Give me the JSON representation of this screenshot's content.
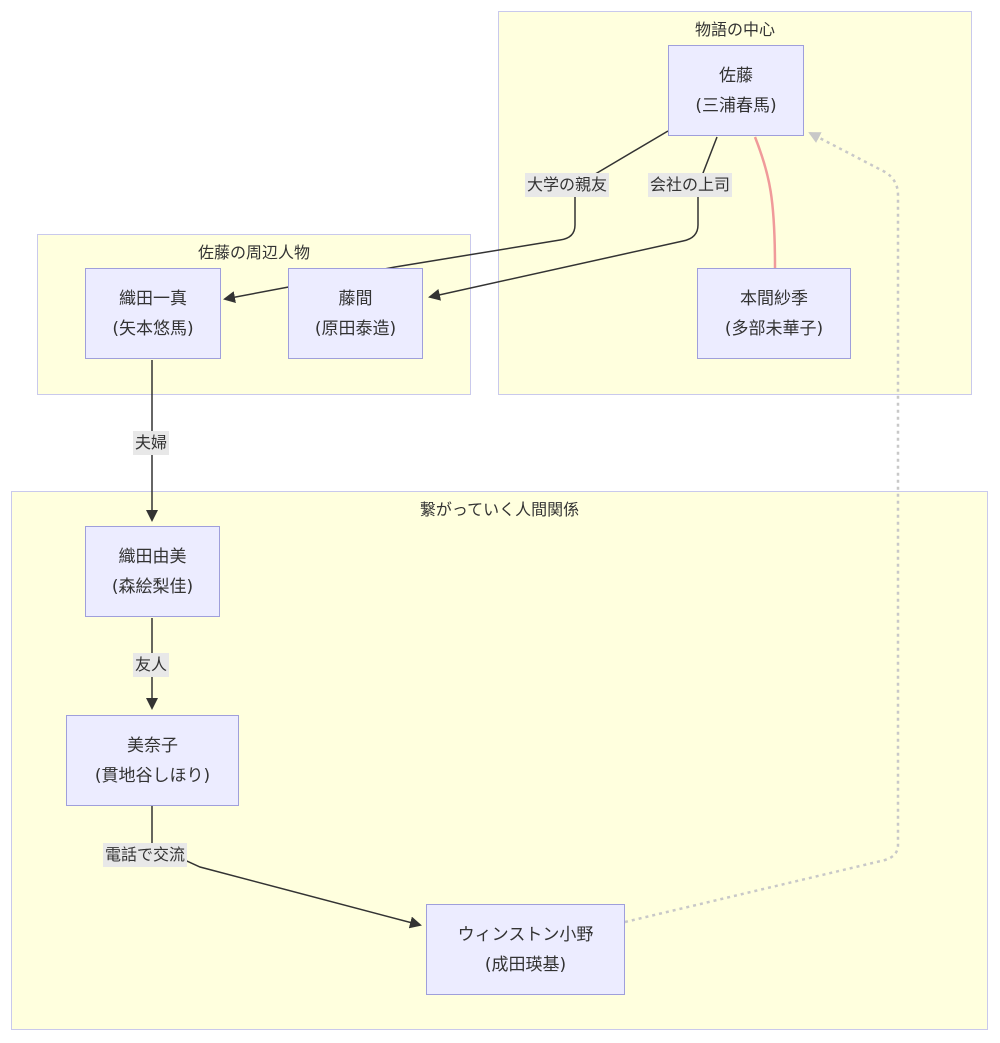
{
  "clusters": {
    "center": {
      "title": "物語の中心"
    },
    "satou_people": {
      "title": "佐藤の周辺人物"
    },
    "connections": {
      "title": "繋がっていく人間関係"
    }
  },
  "nodes": {
    "satou": {
      "name": "佐藤",
      "actor": "(三浦春馬)"
    },
    "honma": {
      "name": "本間紗季",
      "actor": "(多部未華子)"
    },
    "oda_kazuma": {
      "name": "織田一真",
      "actor": "(矢本悠馬)"
    },
    "fujima": {
      "name": "藤間",
      "actor": "(原田泰造)"
    },
    "oda_yumi": {
      "name": "織田由美",
      "actor": "(森絵梨佳)"
    },
    "minako": {
      "name": "美奈子",
      "actor": "(貫地谷しほり)"
    },
    "winston": {
      "name": "ウィンストン小野",
      "actor": "(成田瑛基)"
    }
  },
  "edges": {
    "best_friend": "大学の親友",
    "boss": "会社の上司",
    "couple": "夫婦",
    "friend": "友人",
    "phone": "電話で交流"
  },
  "colors": {
    "cluster_fill": "#ffffde",
    "cluster_border": "#c9c9ec",
    "node_fill": "#ececff",
    "node_border": "#9f9fdb",
    "edge": "#333333",
    "love_edge": "#f09a9a",
    "dotted_edge": "#c8c8c8"
  }
}
